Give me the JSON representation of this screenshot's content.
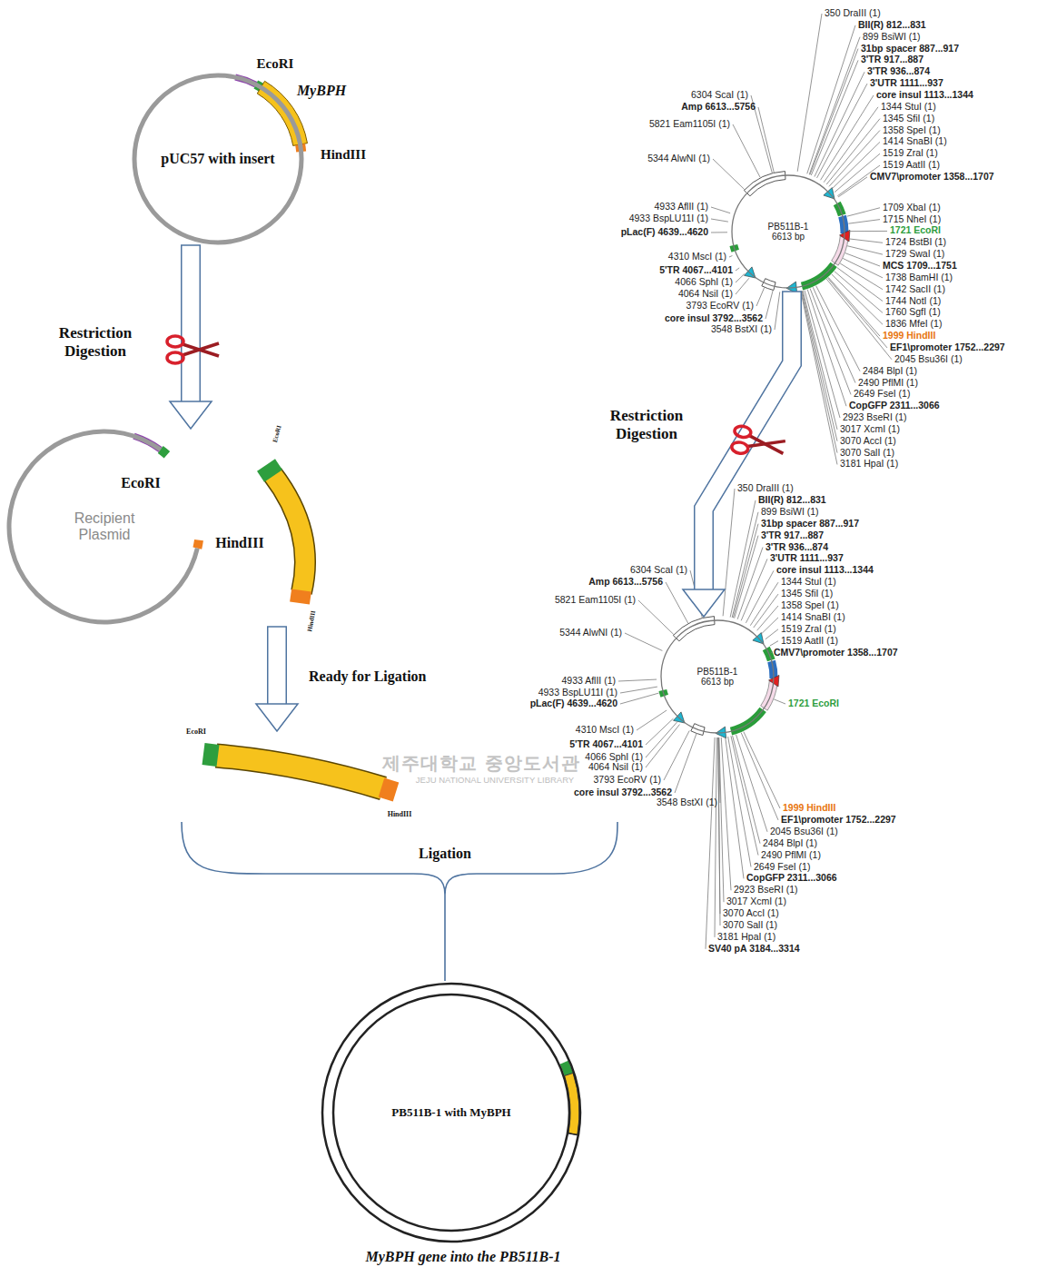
{
  "diagram": {
    "caption": "MyBPH gene into the PB511B-1",
    "nodes": [
      {
        "text": [
          "pUC57 with insert"
        ]
      },
      {
        "text": [
          "PB511B-1",
          "6613 bp"
        ]
      },
      {
        "text": [
          "Recipient Plasmid"
        ]
      },
      {
        "text": [
          "PB511B-1",
          "6613 bp"
        ]
      },
      {
        "text": [
          "PB511B-1 with MyBPH"
        ]
      }
    ],
    "edges": [
      {
        "from": 0,
        "to": 2,
        "arrow": "to",
        "label": "Restriction Digestion"
      },
      {
        "from": 1,
        "to": 3,
        "arrow": "to",
        "label": "Restriction Digestion"
      }
    ],
    "labels": [
      "EcoRI",
      "MyBPH",
      "HindIII",
      "EcoRI",
      "HindIII",
      "EcoRI",
      "HindIII",
      "Ready for Ligation",
      "EcoRI",
      "HindIII",
      "Ligation",
      "제주대학교 중앙도서관",
      "JEJU NATIONAL UNIVERSITY LIBRARY",
      "350 DraIII (1)",
      "BII(R) 812...831",
      "899 BsiWI (1)",
      "31bp spacer 887...917",
      "3'TR 917...887",
      "3'TR 936...874",
      "3'UTR 1111...937",
      "core insul 1113...1344",
      "1344 StuI (1)",
      "1345 SfiI (1)",
      "1358 SpeI (1)",
      "1414 SnaBI (1)",
      "1519 ZraI (1)",
      "1519 AatII (1)",
      "CMV7\\promoter 1358...1707",
      "1709 XbaI (1)",
      "1715 NheI (1)",
      "1721 EcoRI",
      "1724 BstBI (1)",
      "1729 SwaI (1)",
      "MCS 1709...1751",
      "1738 BamHI (1)",
      "1742 SacII (1)",
      "1744 NotI (1)",
      "1760 SgfI (1)",
      "1836 MfeI (1)",
      "1999 HindIII",
      "EF1\\promoter 1752...2297",
      "2045 Bsu36I (1)",
      "2484 BlpI (1)",
      "2490 PflMI (1)",
      "2649 FseI (1)",
      "CopGFP 2311...3066",
      "2923 BseRI (1)",
      "3017 XcmI (1)",
      "3070 AccI (1)",
      "3070 SalI (1)",
      "3181 HpaI (1)",
      "6304 ScaI (1)",
      "Amp 6613...5756",
      "5821 Eam1105I (1)",
      "5344 AlwNI (1)",
      "4933 AflII (1)",
      "4933 BspLU11I (1)",
      "pLac(F) 4639...4620",
      "4310 MscI (1)",
      "5'TR 4067...4101",
      "4066 SphI (1)",
      "4064 NsiI (1)",
      "3793 EcoRV (1)",
      "core insul 3792...3562",
      "3548 BstXI (1)",
      "350 DraIII (1)",
      "BII(R) 812...831",
      "899 BsiWI (1)",
      "31bp spacer 887...917",
      "3'TR 917...887",
      "3'TR 936...874",
      "3'UTR 1111...937",
      "core insul 1113...1344",
      "1344 StuI (1)",
      "1345 SfiI (1)",
      "1358 SpeI (1)",
      "1414 SnaBI (1)",
      "1519 ZraI (1)",
      "1519 AatII (1)",
      "CMV7\\promoter 1358...1707",
      "1721 EcoRI",
      "1999 HindIII",
      "EF1\\promoter 1752...2297",
      "2045 Bsu36I (1)",
      "2484 BlpI (1)",
      "2490 PflMI (1)",
      "2649 FseI (1)",
      "CopGFP 2311...3066",
      "2923 BseRI (1)",
      "3017 XcmI (1)",
      "3070 AccI (1)",
      "3070 SalI (1)",
      "3181 HpaI (1)",
      "SV40 pA 3184...3314",
      "6304 ScaI (1)",
      "Amp 6613...5756",
      "5821 Eam1105I (1)",
      "5344 AlwNI (1)",
      "4933 AflII (1)",
      "4933 BspLU11I (1)",
      "pLac(F) 4639...4620",
      "4310 MscI (1)",
      "5'TR 4067...4101",
      "4066 SphI (1)",
      "4064 NsiI (1)",
      "3793 EcoRV (1)",
      "core insul 3792...3562",
      "3548 BstXI (1)"
    ]
  }
}
